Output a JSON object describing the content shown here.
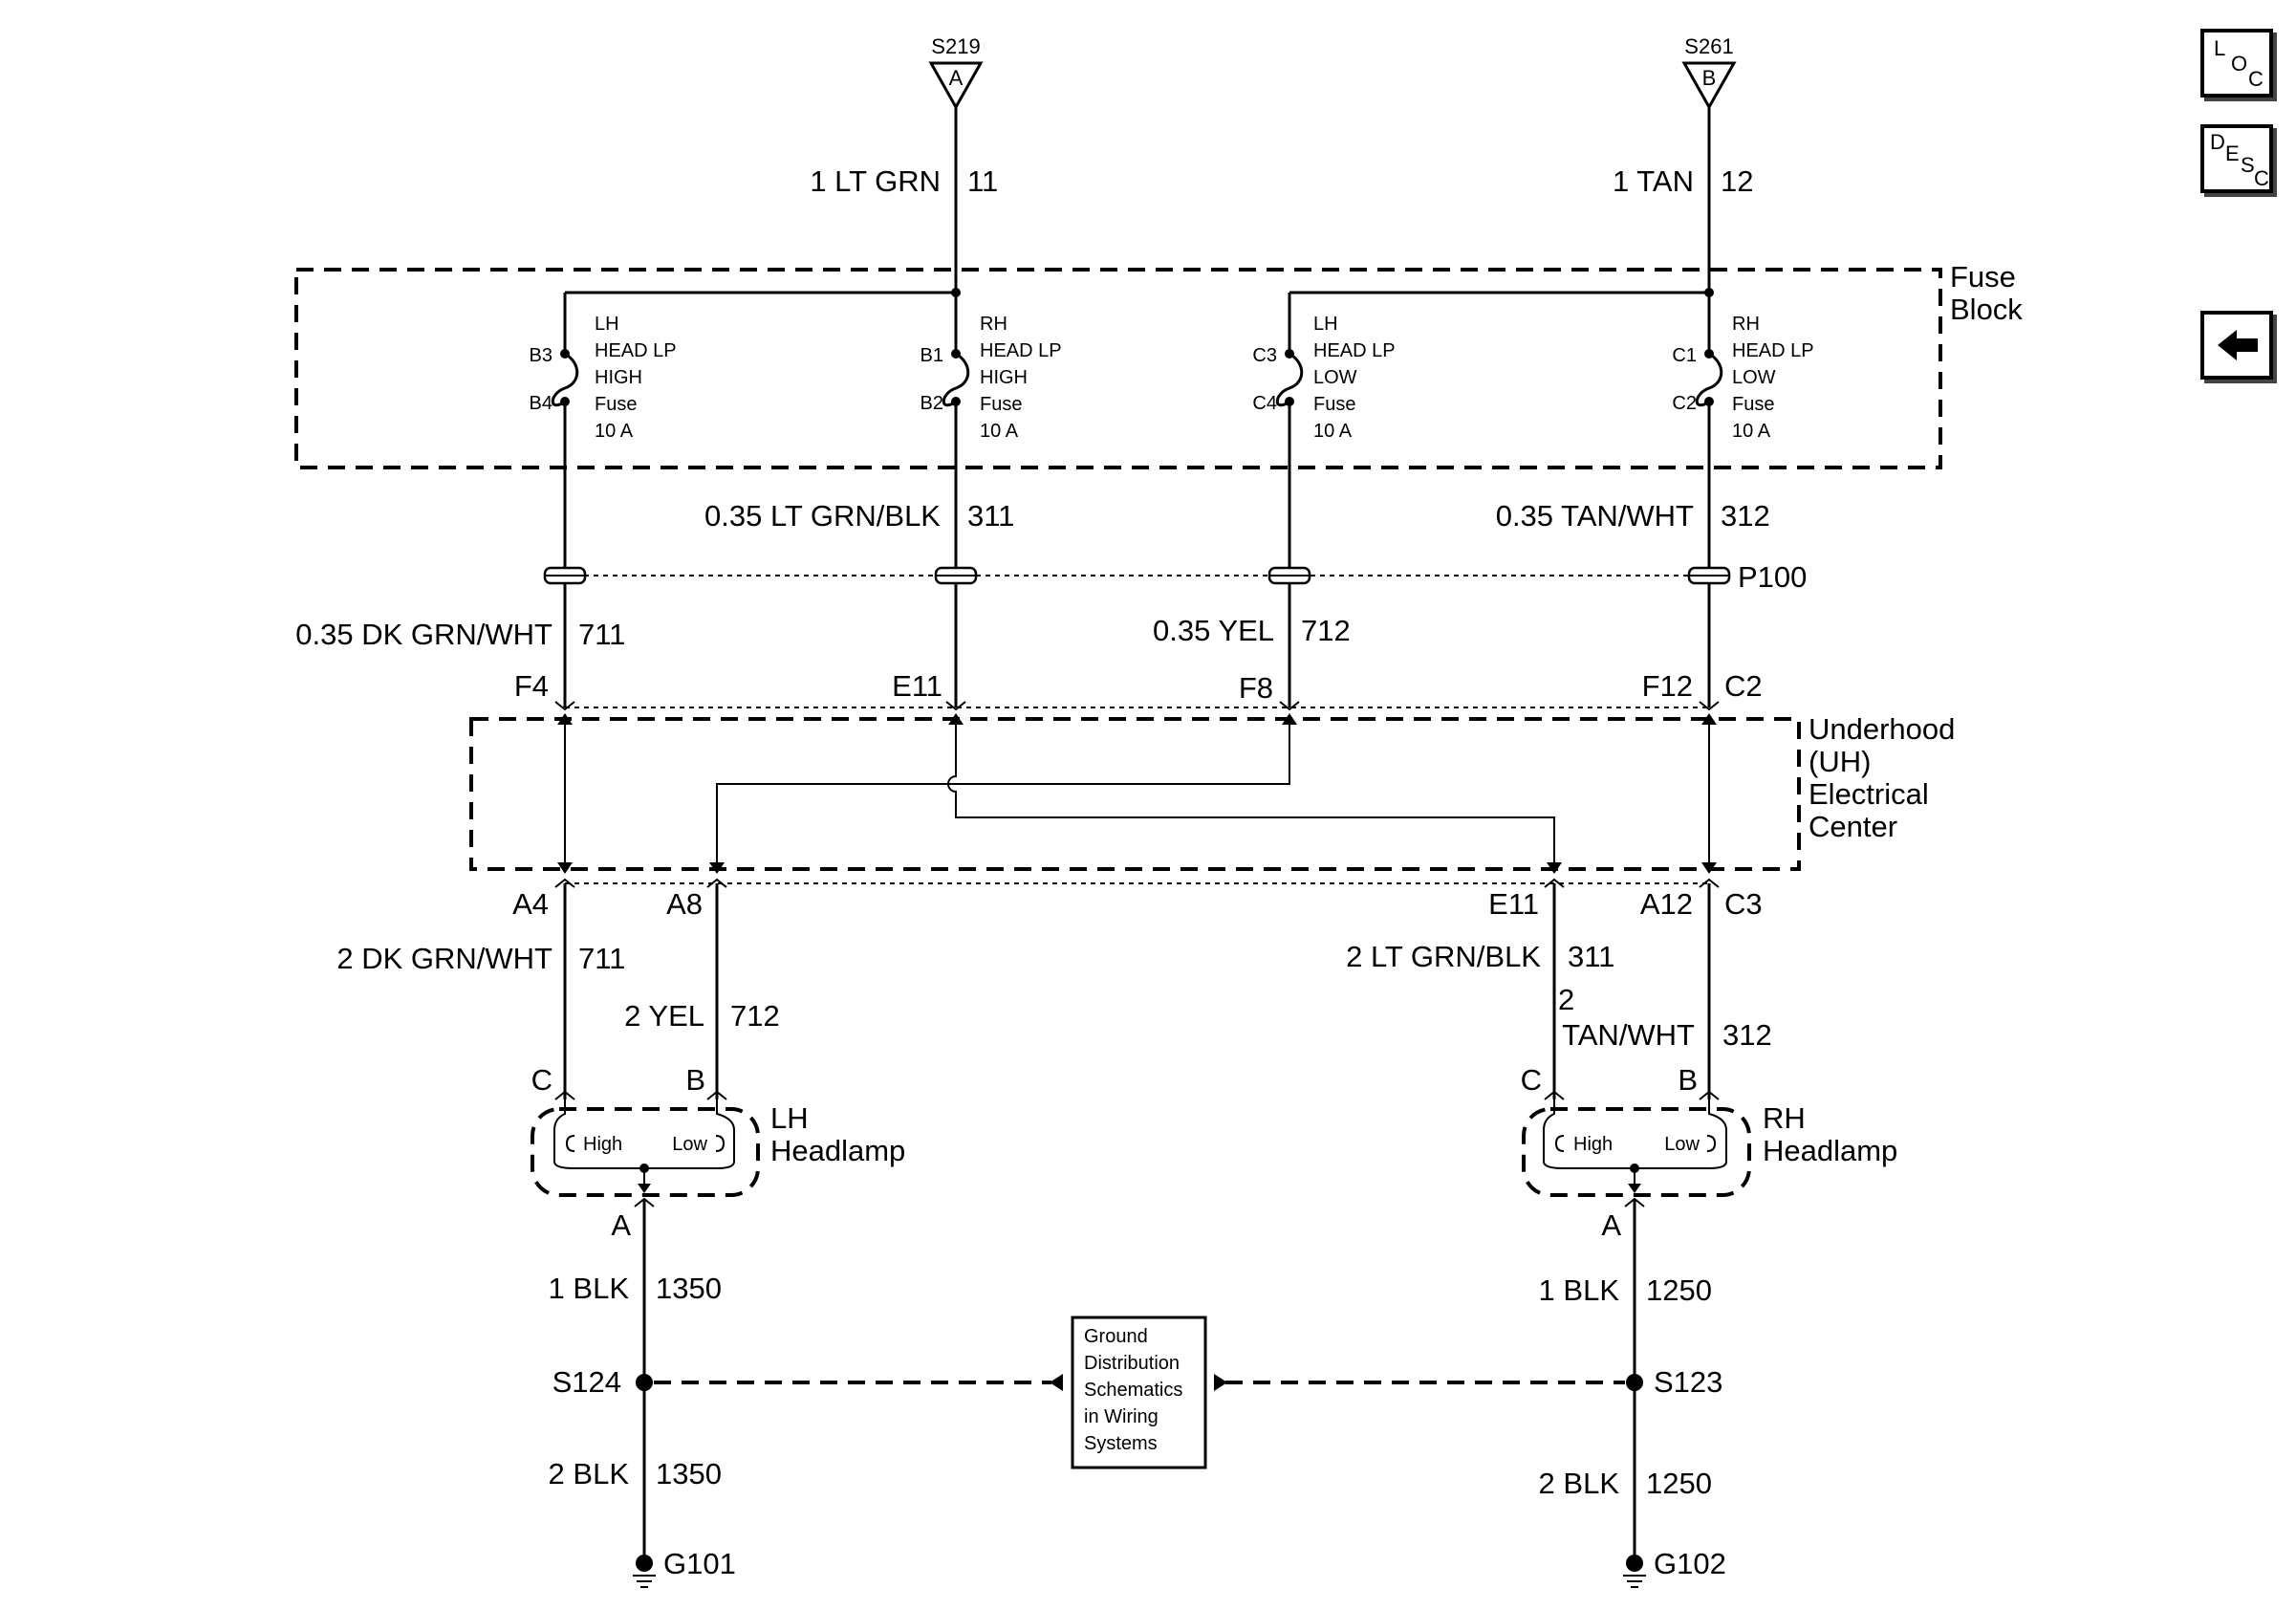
{
  "splices_top": {
    "left": {
      "name": "S219",
      "letter": "A",
      "wire": "1 LT GRN",
      "circuit": "11"
    },
    "right": {
      "name": "S261",
      "letter": "B",
      "wire": "1 TAN",
      "circuit": "12"
    }
  },
  "fuse_block": {
    "title_line1": "Fuse",
    "title_line2": "Block",
    "fuses": [
      {
        "top_pin": "B3",
        "bottom_pin": "B4",
        "lines": [
          "LH",
          "HEAD LP",
          "HIGH",
          "Fuse",
          "10 A"
        ]
      },
      {
        "top_pin": "B1",
        "bottom_pin": "B2",
        "lines": [
          "RH",
          "HEAD LP",
          "HIGH",
          "Fuse",
          "10 A"
        ]
      },
      {
        "top_pin": "C3",
        "bottom_pin": "C4",
        "lines": [
          "LH",
          "HEAD LP",
          "LOW",
          "Fuse",
          "10 A"
        ]
      },
      {
        "top_pin": "C1",
        "bottom_pin": "C2",
        "lines": [
          "RH",
          "HEAD LP",
          "LOW",
          "Fuse",
          "10 A"
        ]
      }
    ]
  },
  "fuse_out_wires": {
    "w311": {
      "wire": "0.35 LT GRN/BLK",
      "circuit": "311"
    },
    "w312": {
      "wire": "0.35 TAN/WHT",
      "circuit": "312"
    }
  },
  "connector_p100": "P100",
  "mid_wires": {
    "w711": {
      "wire": "0.35 DK GRN/WHT",
      "circuit": "711"
    },
    "w712": {
      "wire": "0.35 YEL",
      "circuit": "712"
    }
  },
  "uh_center": {
    "title_lines": [
      "Underhood",
      "(UH)",
      "Electrical",
      "Center"
    ],
    "top_pins": [
      "F4",
      "E11",
      "F8",
      "F12",
      "C2"
    ],
    "bottom_pins": [
      "A4",
      "A8",
      "E11",
      "A12",
      "C3"
    ]
  },
  "lower_wires": {
    "lh_711": {
      "wire": "2 DK GRN/WHT",
      "circuit": "711"
    },
    "lh_712": {
      "wire": "2 YEL",
      "circuit": "712"
    },
    "rh_311": {
      "wire": "2 LT GRN/BLK",
      "circuit": "311"
    },
    "rh_312": {
      "wire_line1": "2",
      "wire_line2": "TAN/WHT",
      "circuit": "312"
    }
  },
  "headlamps": {
    "lh": {
      "title_line1": "LH",
      "title_line2": "Headlamp",
      "pin_c": "C",
      "pin_b": "B",
      "pin_a": "A",
      "high": "High",
      "low": "Low"
    },
    "rh": {
      "title_line1": "RH",
      "title_line2": "Headlamp",
      "pin_c": "C",
      "pin_b": "B",
      "pin_a": "A",
      "high": "High",
      "low": "Low"
    }
  },
  "ground": {
    "lh": {
      "upper_wire": "1 BLK",
      "upper_circuit": "1350",
      "splice": "S124",
      "lower_wire": "2 BLK",
      "lower_circuit": "1350",
      "ground": "G101"
    },
    "rh": {
      "upper_wire": "1 BLK",
      "upper_circuit": "1250",
      "splice": "S123",
      "lower_wire": "2 BLK",
      "lower_circuit": "1250",
      "ground": "G102"
    },
    "reference_box": [
      "Ground",
      "Distribution",
      "Schematics",
      "in Wiring",
      "Systems"
    ]
  },
  "nav_buttons": {
    "loc": {
      "l": "L",
      "o": "O",
      "c": "C"
    },
    "desc": {
      "d": "D",
      "e": "E",
      "s": "S",
      "c": "C"
    },
    "back_icon": "left-arrow-icon"
  }
}
